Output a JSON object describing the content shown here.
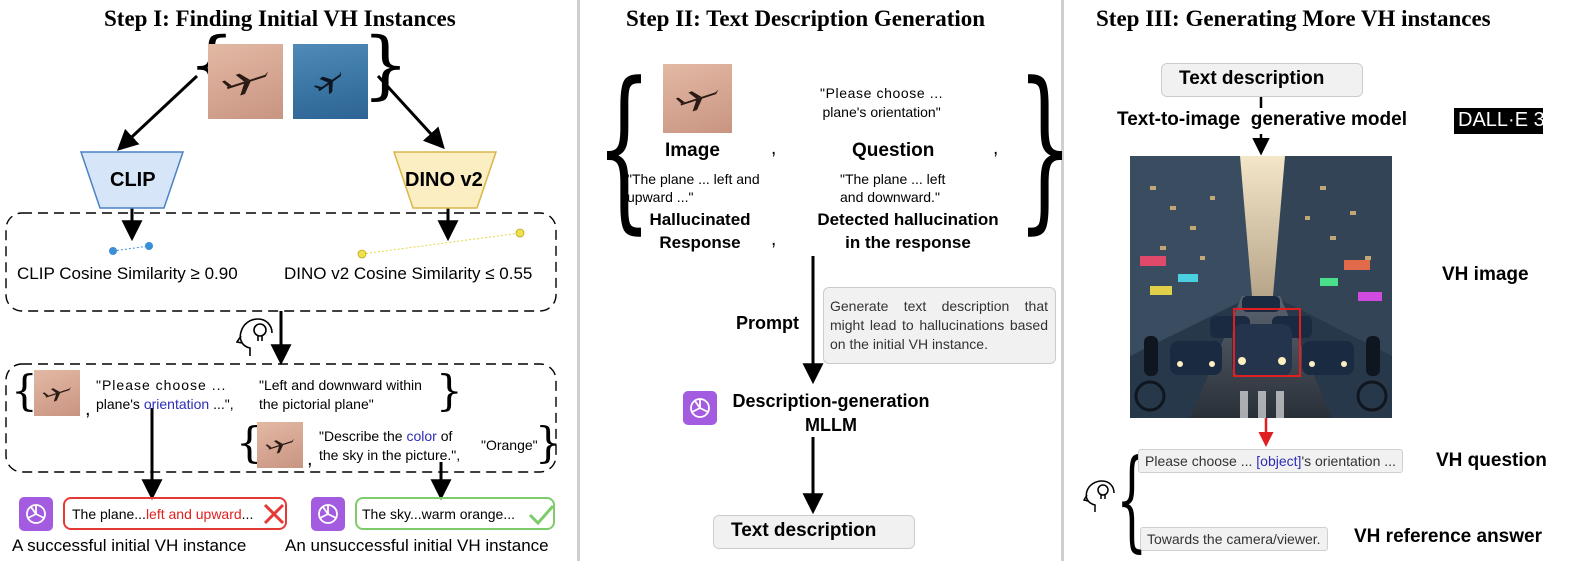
{
  "step1": {
    "title": "Step I: Finding Initial VH Instances",
    "clip_label": "CLIP",
    "dino_label": "DINO v2",
    "clip_similarity": "CLIP Cosine Similarity ≥ 0.90",
    "dino_similarity": "DINO v2 Cosine Similarity ≤ 0.55",
    "q1_open": "\"Please choose ...",
    "q1_pre": "plane's ",
    "q1_key": "orientation",
    "q1_post": " ...\",",
    "a1_line1": "\"Left and downward within",
    "a1_line2": "the pictorial plane\"",
    "q2_pre": "\"Describe the ",
    "q2_key": "color",
    "q2_post": " of",
    "q2_line2": "the sky in the picture.\",",
    "a2": "\"Orange\"",
    "fail_pre": "The plane...",
    "fail_key": "left and upward",
    "fail_post": "...",
    "ok_response": "The sky...warm orange...",
    "success_caption": "A successful initial VH instance",
    "unsuccess_caption": "An unsuccessful initial VH instance",
    "comma": ","
  },
  "step2": {
    "title": "Step II: Text Description Generation",
    "image_label": "Image",
    "question_label": "Question",
    "question_text_l1": "\"Please choose ...",
    "question_text_l2": "plane's orientation\"",
    "response_text_l1": "\"The plane ... left and",
    "response_text_l2": "upward ...\"",
    "hallucinated_l1": "Hallucinated",
    "hallucinated_l2": "Response",
    "detected_text_l1": "\"The plane ... left",
    "detected_text_l2": "and downward.\"",
    "detected_label_l1": "Detected hallucination",
    "detected_label_l2": "in the response",
    "prompt_label": "Prompt",
    "prompt_text": "Generate text description that might lead to hallucinations based on the initial VH instance.",
    "mllm_l1": "Description-generation",
    "mllm_l2": "MLLM",
    "output": "Text description",
    "comma": ","
  },
  "step3": {
    "title": "Step III: Generating More VH instances",
    "input": "Text description",
    "model": "Text-to-image  generative model",
    "dalle": "DALL·E 3",
    "vh_image": "VH image",
    "question_pre": "Please choose ... ",
    "question_key": "[object]",
    "question_post": "'s orientation ...",
    "vh_question": "VH question",
    "answer": "Towards the camera/viewer.",
    "vh_answer": "VH reference answer"
  },
  "colors": {
    "clip_fill": "#d6e5f7",
    "dino_fill": "#fbeec2",
    "gpt_purple": "#a35ce0",
    "fail_red": "#e53935",
    "ok_green": "#7ecb6a",
    "highlight_blue": "#2d2db8"
  },
  "icons": [
    "airplane-icon",
    "openai-logo-icon",
    "lightbulb-head-icon",
    "cross-icon",
    "checkmark-icon"
  ]
}
